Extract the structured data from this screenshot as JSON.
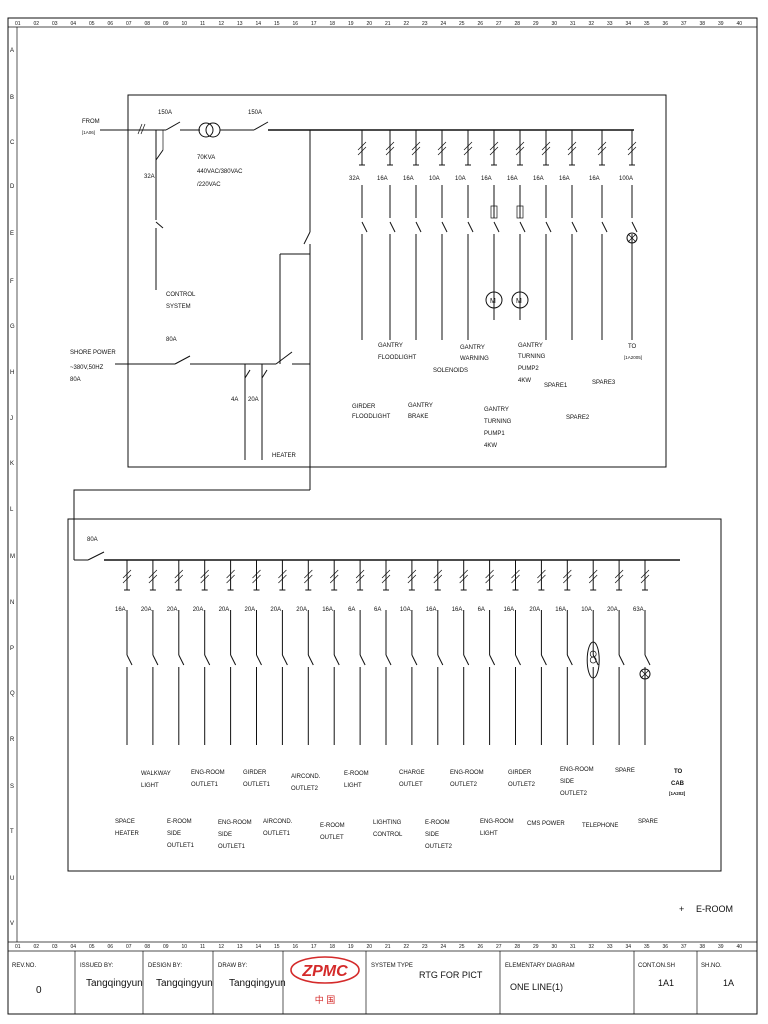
{
  "col_numbers": [
    "01",
    "02",
    "03",
    "04",
    "05",
    "06",
    "07",
    "08",
    "09",
    "10",
    "11",
    "12",
    "13",
    "14",
    "15",
    "16",
    "17",
    "18",
    "19",
    "20",
    "21",
    "22",
    "23",
    "24",
    "25",
    "26",
    "27",
    "28",
    "29",
    "30",
    "31",
    "32",
    "33",
    "34",
    "35",
    "36",
    "37",
    "38",
    "39",
    "40"
  ],
  "row_letters": [
    "A",
    "B",
    "C",
    "D",
    "E",
    "F",
    "G",
    "H",
    "J",
    "K",
    "L",
    "M",
    "N",
    "P",
    "Q",
    "R",
    "S",
    "T",
    "U",
    "V"
  ],
  "upper_panel": {
    "from_label": "FROM",
    "from_ref": "[1A06]",
    "main_breaker_1": "150A",
    "main_breaker_2": "150A",
    "transformer_lines": [
      "70KVA",
      "440VAC/380VAC",
      "/220VAC"
    ],
    "control_breaker": "32A",
    "control_label": [
      "CONTROL",
      "SYSTEM"
    ],
    "shore_power_lines": [
      "SHORE POWER",
      "~380V,50HZ",
      "80A"
    ],
    "shore_breaker": "80A",
    "sub_breakers": [
      "4A",
      "20A"
    ],
    "heater_label": "HEATER",
    "feeder_ratings": [
      "32A",
      "16A",
      "16A",
      "10A",
      "10A",
      "16A",
      "16A",
      "16A",
      "16A",
      "16A",
      "100A"
    ],
    "motor_symbol": "M",
    "labels": {
      "gantry_floodlight": [
        "GANTRY",
        "FLOODLIGHT"
      ],
      "gantry_warning": [
        "GANTRY",
        "WARNING"
      ],
      "solenoids": "SOLENOIDS",
      "gantry_turning_pump2": [
        "GANTRY",
        "TURNING",
        "PUMP2",
        "4KW"
      ],
      "spare1": "SPARE1",
      "spare3": "SPARE3",
      "to": "TO",
      "to_ref": "[1A2005]",
      "girder_floodlight": [
        "GIRDER",
        "FLOODLIGHT"
      ],
      "gantry_brake": [
        "GANTRY",
        "BRAKE"
      ],
      "gantry_turning_pump1": [
        "GANTRY",
        "TURNING",
        "PUMP1",
        "4KW"
      ],
      "spare2": "SPARE2"
    }
  },
  "lower_panel": {
    "incomer": "80A",
    "feeder_ratings": [
      "16A",
      "20A",
      "20A",
      "20A",
      "20A",
      "20A",
      "20A",
      "20A",
      "16A",
      "6A",
      "6A",
      "10A",
      "16A",
      "16A",
      "6A",
      "16A",
      "20A",
      "16A",
      "10A",
      "20A",
      "63A"
    ],
    "top_labels": {
      "walkway_light": [
        "WALKWAY",
        "LIGHT"
      ],
      "eng_room_outlet1": [
        "ENG-ROOM",
        "OUTLET1"
      ],
      "girder_outlet1": [
        "GIRDER",
        "OUTLET1"
      ],
      "aircond_outlet2": [
        "AIRCOND.",
        "OUTLET2"
      ],
      "e_room_light": [
        "E-ROOM",
        "LIGHT"
      ],
      "charge_outlet": [
        "CHARGE",
        "OUTLET"
      ],
      "eng_room_outlet2": [
        "ENG-ROOM",
        "OUTLET2"
      ],
      "girder_outlet2": [
        "GIRDER",
        "OUTLET2"
      ],
      "eng_room_side_outlet2": [
        "ENG-ROOM",
        "SIDE",
        "OUTLET2"
      ],
      "spare_top": "SPARE",
      "to_cab": [
        "TO",
        "CAB",
        "[1A202]"
      ]
    },
    "bottom_labels": {
      "space_heater": [
        "SPACE",
        "HEATER"
      ],
      "e_room_side_outlet1": [
        "E-ROOM",
        "SIDE",
        "OUTLET1"
      ],
      "eng_room_side_outlet1": [
        "ENG-ROOM",
        "SIDE",
        "OUTLET1"
      ],
      "aircond_outlet1": [
        "AIRCOND.",
        "OUTLET1"
      ],
      "e_room_outlet": [
        "E-ROOM",
        "OUTLET"
      ],
      "lighting_control": [
        "LIGHTING",
        "CONTROL"
      ],
      "e_room_side_outlet2": [
        "E-ROOM",
        "SIDE",
        "OUTLET2"
      ],
      "eng_room_light": [
        "ENG-ROOM",
        "LIGHT"
      ],
      "cms_power": "CMS POWER",
      "telephone": "TELEPHONE",
      "spare_bottom": "SPARE"
    }
  },
  "location_note": {
    "marker": "+",
    "text": "E-ROOM"
  },
  "title_block": {
    "rev_no_label": "REV.NO.",
    "rev_no": "0",
    "issued_by_label": "ISSUED BY:",
    "issued_by": "Tangqingyun",
    "design_by_label": "DESIGN BY:",
    "design_by": "Tangqingyun",
    "draw_by_label": "DRAW BY:",
    "draw_by": "Tangqingyun",
    "logo_text": "ZPMC",
    "logo_sub": "中  国",
    "system_type_label": "SYSTEM TYPE",
    "system_type": "RTG FOR PICT",
    "elementary_diagram_label": "ELEMENTARY DIAGRAM",
    "elementary_diagram": "ONE LINE(1)",
    "cont_on_sh_label": "CONT.ON.SH",
    "cont_on_sh": "1A1",
    "sh_no_label": "SH.NO.",
    "sh_no": "1A"
  },
  "colors": {
    "ink": "#111111",
    "logo_red": "#d42a2a"
  }
}
